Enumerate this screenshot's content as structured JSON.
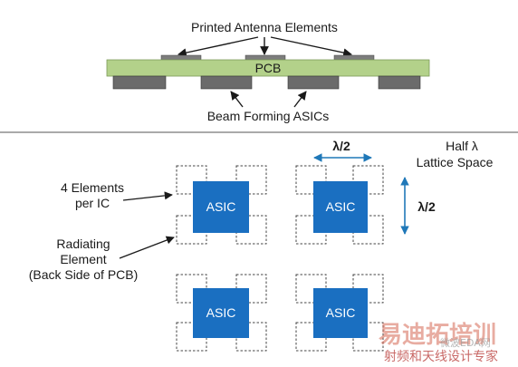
{
  "top": {
    "printed_antenna_label": "Printed Antenna Elements",
    "pcb_label": "PCB",
    "beam_forming_label": "Beam Forming ASICs"
  },
  "bottom": {
    "four_elements_line1": "4 Elements",
    "four_elements_line2": "per IC",
    "radiating_line1": "Radiating",
    "radiating_line2": "Element",
    "radiating_line3": "(Back Side of PCB)",
    "lambda_horizontal": "λ/2",
    "lambda_vertical": "λ/2",
    "half_lambda_line1": "Half λ",
    "half_lambda_line2": "Lattice Space",
    "asic_labels": [
      "ASIC",
      "ASIC",
      "ASIC",
      "ASIC"
    ]
  },
  "watermark": {
    "line1": "易迪拓培训",
    "line2": "射频和天线设计专家",
    "line3": "微波EDA网"
  },
  "colors": {
    "pcb_green": "#b3d18a",
    "asic_blue": "#1a6fc1",
    "chip_gray": "#6b6b6b",
    "arrow_blue": "#1f78b8",
    "divider": "#555555"
  }
}
